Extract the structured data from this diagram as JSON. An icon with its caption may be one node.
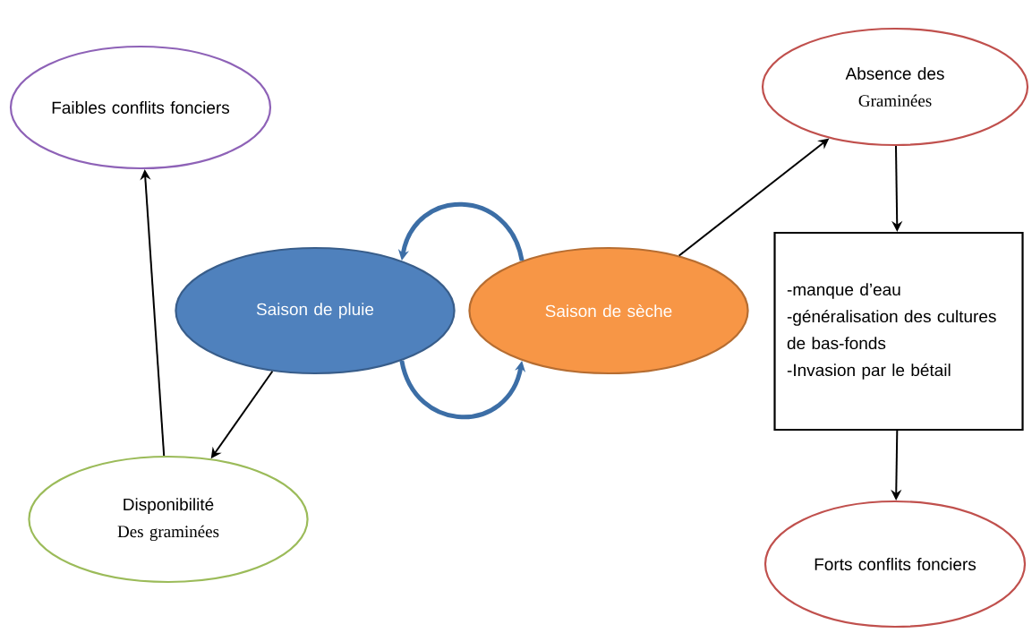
{
  "diagram": {
    "nodes": [
      {
        "text": [
          "Faibles conflits fonciers"
        ]
      },
      {
        "text": [
          "Absence des",
          "Graminées"
        ]
      },
      {
        "text": [
          "Saison de pluie"
        ]
      },
      {
        "text": [
          "Saison de sèche"
        ]
      },
      {
        "text": [
          "-manque d’eau",
          "-généralisation des cultures de bas-fonds",
          "-Invasion par le bétail"
        ]
      },
      {
        "text": [
          "Disponibilité",
          "Des graminées"
        ]
      },
      {
        "text": [
          "Forts conflits fonciers"
        ]
      }
    ],
    "edges": [
      {
        "from": 5,
        "to": 0,
        "arrow": "to"
      },
      {
        "from": 2,
        "to": 5,
        "arrow": "to"
      },
      {
        "from": 3,
        "to": 2,
        "arrow": "to",
        "style": "thick",
        "color": "#3c6ea6"
      },
      {
        "from": 2,
        "to": 3,
        "arrow": "to",
        "style": "thick",
        "color": "#3c6ea6"
      },
      {
        "from": 3,
        "to": 1,
        "arrow": "to"
      },
      {
        "from": 1,
        "to": 4,
        "arrow": "to"
      },
      {
        "from": 4,
        "to": 6,
        "arrow": "to"
      }
    ]
  }
}
